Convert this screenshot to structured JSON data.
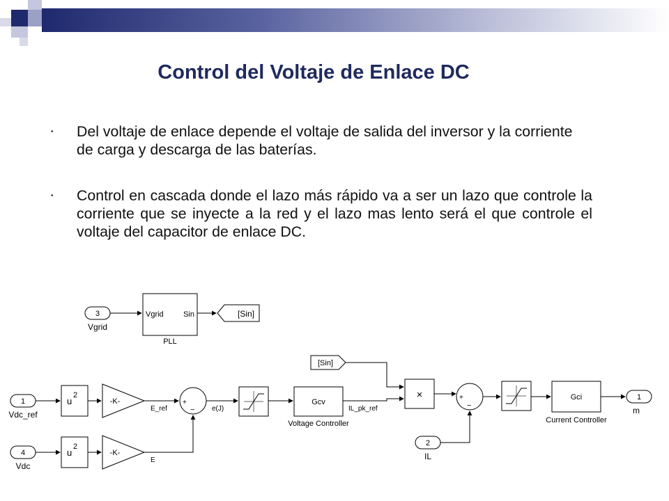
{
  "slide": {
    "title": "Control del Voltaje de Enlace DC",
    "bullets": [
      "Del voltaje de enlace depende el voltaje de salida del inversor y la corriente de carga y descarga de las baterías.",
      "Control en cascada donde el lazo más rápido va a ser un lazo que controle la corriente que se inyecte a la red y el lazo mas lento será el que controle el voltaje del capacitor de enlace DC."
    ],
    "accent_color": "#1f2a5e"
  },
  "diagram": {
    "pll": {
      "in_port": "Vgrid",
      "out_port": "Sin",
      "name": "PLL"
    },
    "inports": [
      {
        "number": "3",
        "name": "Vgrid"
      },
      {
        "number": "1",
        "name": "Vdc_ref"
      },
      {
        "number": "4",
        "name": "Vdc"
      },
      {
        "number": "2",
        "name": "IL"
      }
    ],
    "goto_tag": "[Sin]",
    "from_tag": "[Sin]",
    "square_label": "u",
    "square_exp": "2",
    "gain_label": "-K-",
    "sum_plus": "+",
    "sum_minus": "−",
    "signals": {
      "e_ref": "E_ref",
      "e": "E",
      "error": "e(J)",
      "il_pk_ref": "IL_pk_ref"
    },
    "voltage_controller": {
      "block": "Gcv",
      "name": "Voltage Controller"
    },
    "product_symbol": "×",
    "current_controller": {
      "block": "Gci",
      "name": "Current Controller"
    },
    "outport": {
      "number": "1",
      "name": "m"
    }
  }
}
